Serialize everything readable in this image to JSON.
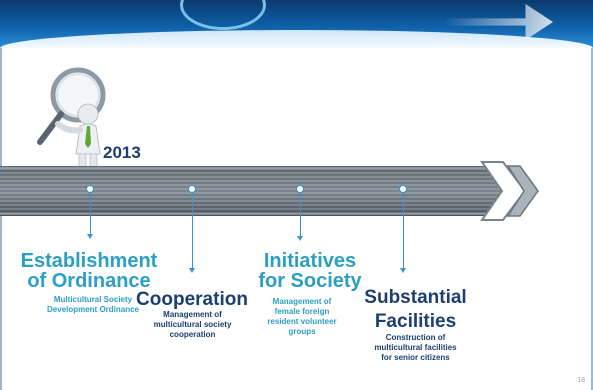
{
  "timeline": {
    "year": "2013",
    "events": [
      {
        "title_line1": "Establishment",
        "title_line2": "of Ordinance",
        "subtitle": [
          "Multicultural Society",
          "Development Ordinance"
        ],
        "color": "#2c9fc4"
      },
      {
        "title_line1": "Cooperation",
        "subtitle": [
          "Management of",
          "multicultural society",
          "cooperation"
        ],
        "color": "#1c3f6f"
      },
      {
        "title_line1": "Initiatives",
        "title_line2": "for Society",
        "subtitle": [
          "Management of",
          "female foreign",
          "resident volunteer",
          "groups"
        ],
        "color": "#2c9fc4"
      },
      {
        "title_line1": "Substantial",
        "title_line2": "Facilities",
        "subtitle": [
          "Construction of",
          "multicultural facilities",
          "for senior citizens"
        ],
        "color": "#1c3f6f"
      }
    ]
  },
  "page_number": "18",
  "icons": [
    "magnifying-glass-person",
    "timeline-arrow",
    "header-swoosh"
  ]
}
